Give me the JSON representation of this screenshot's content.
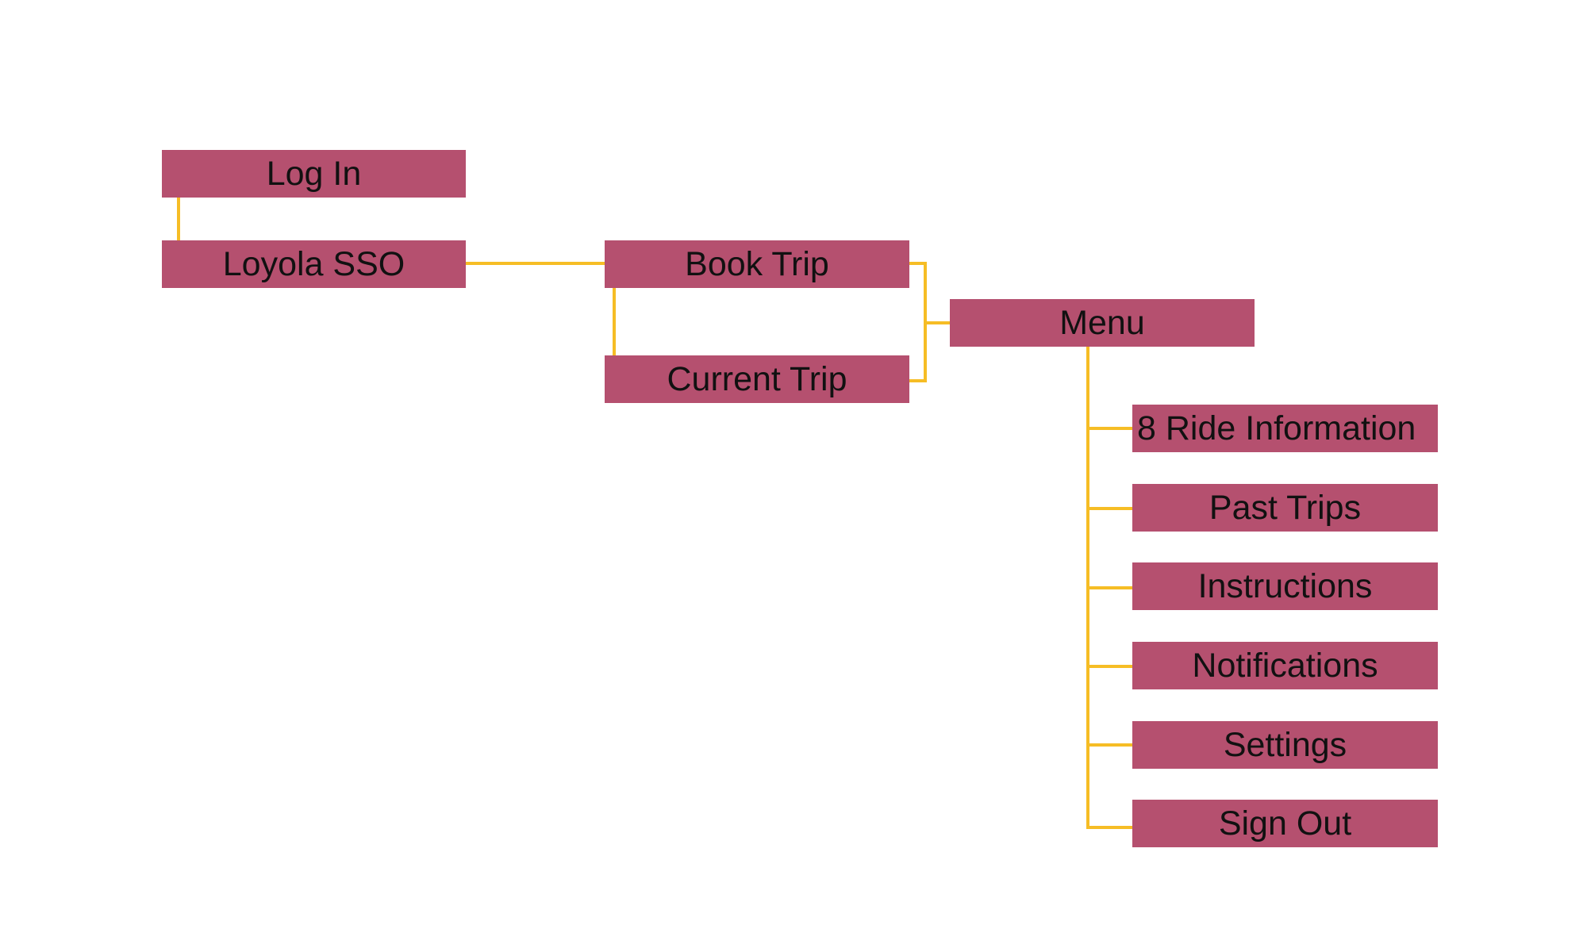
{
  "diagram": {
    "node_color": "#b5506f",
    "connector_color": "#f6bd25",
    "text_color": "#111111",
    "nodes": {
      "log_in": "Log In",
      "loyola_sso": "Loyola SSO",
      "book_trip": "Book Trip",
      "current_trip": "Current Trip",
      "menu": "Menu",
      "ride_information": "8 Ride Information",
      "past_trips": "Past Trips",
      "instructions": "Instructions",
      "notifications": "Notifications",
      "settings": "Settings",
      "sign_out": "Sign Out"
    },
    "edges": [
      {
        "from": "log_in",
        "to": "loyola_sso"
      },
      {
        "from": "loyola_sso",
        "to": "book_trip"
      },
      {
        "from": "book_trip",
        "to": "current_trip"
      },
      {
        "from": "book_trip",
        "to": "menu"
      },
      {
        "from": "current_trip",
        "to": "menu"
      },
      {
        "from": "menu",
        "to": "ride_information"
      },
      {
        "from": "menu",
        "to": "past_trips"
      },
      {
        "from": "menu",
        "to": "instructions"
      },
      {
        "from": "menu",
        "to": "notifications"
      },
      {
        "from": "menu",
        "to": "settings"
      },
      {
        "from": "menu",
        "to": "sign_out"
      }
    ]
  }
}
